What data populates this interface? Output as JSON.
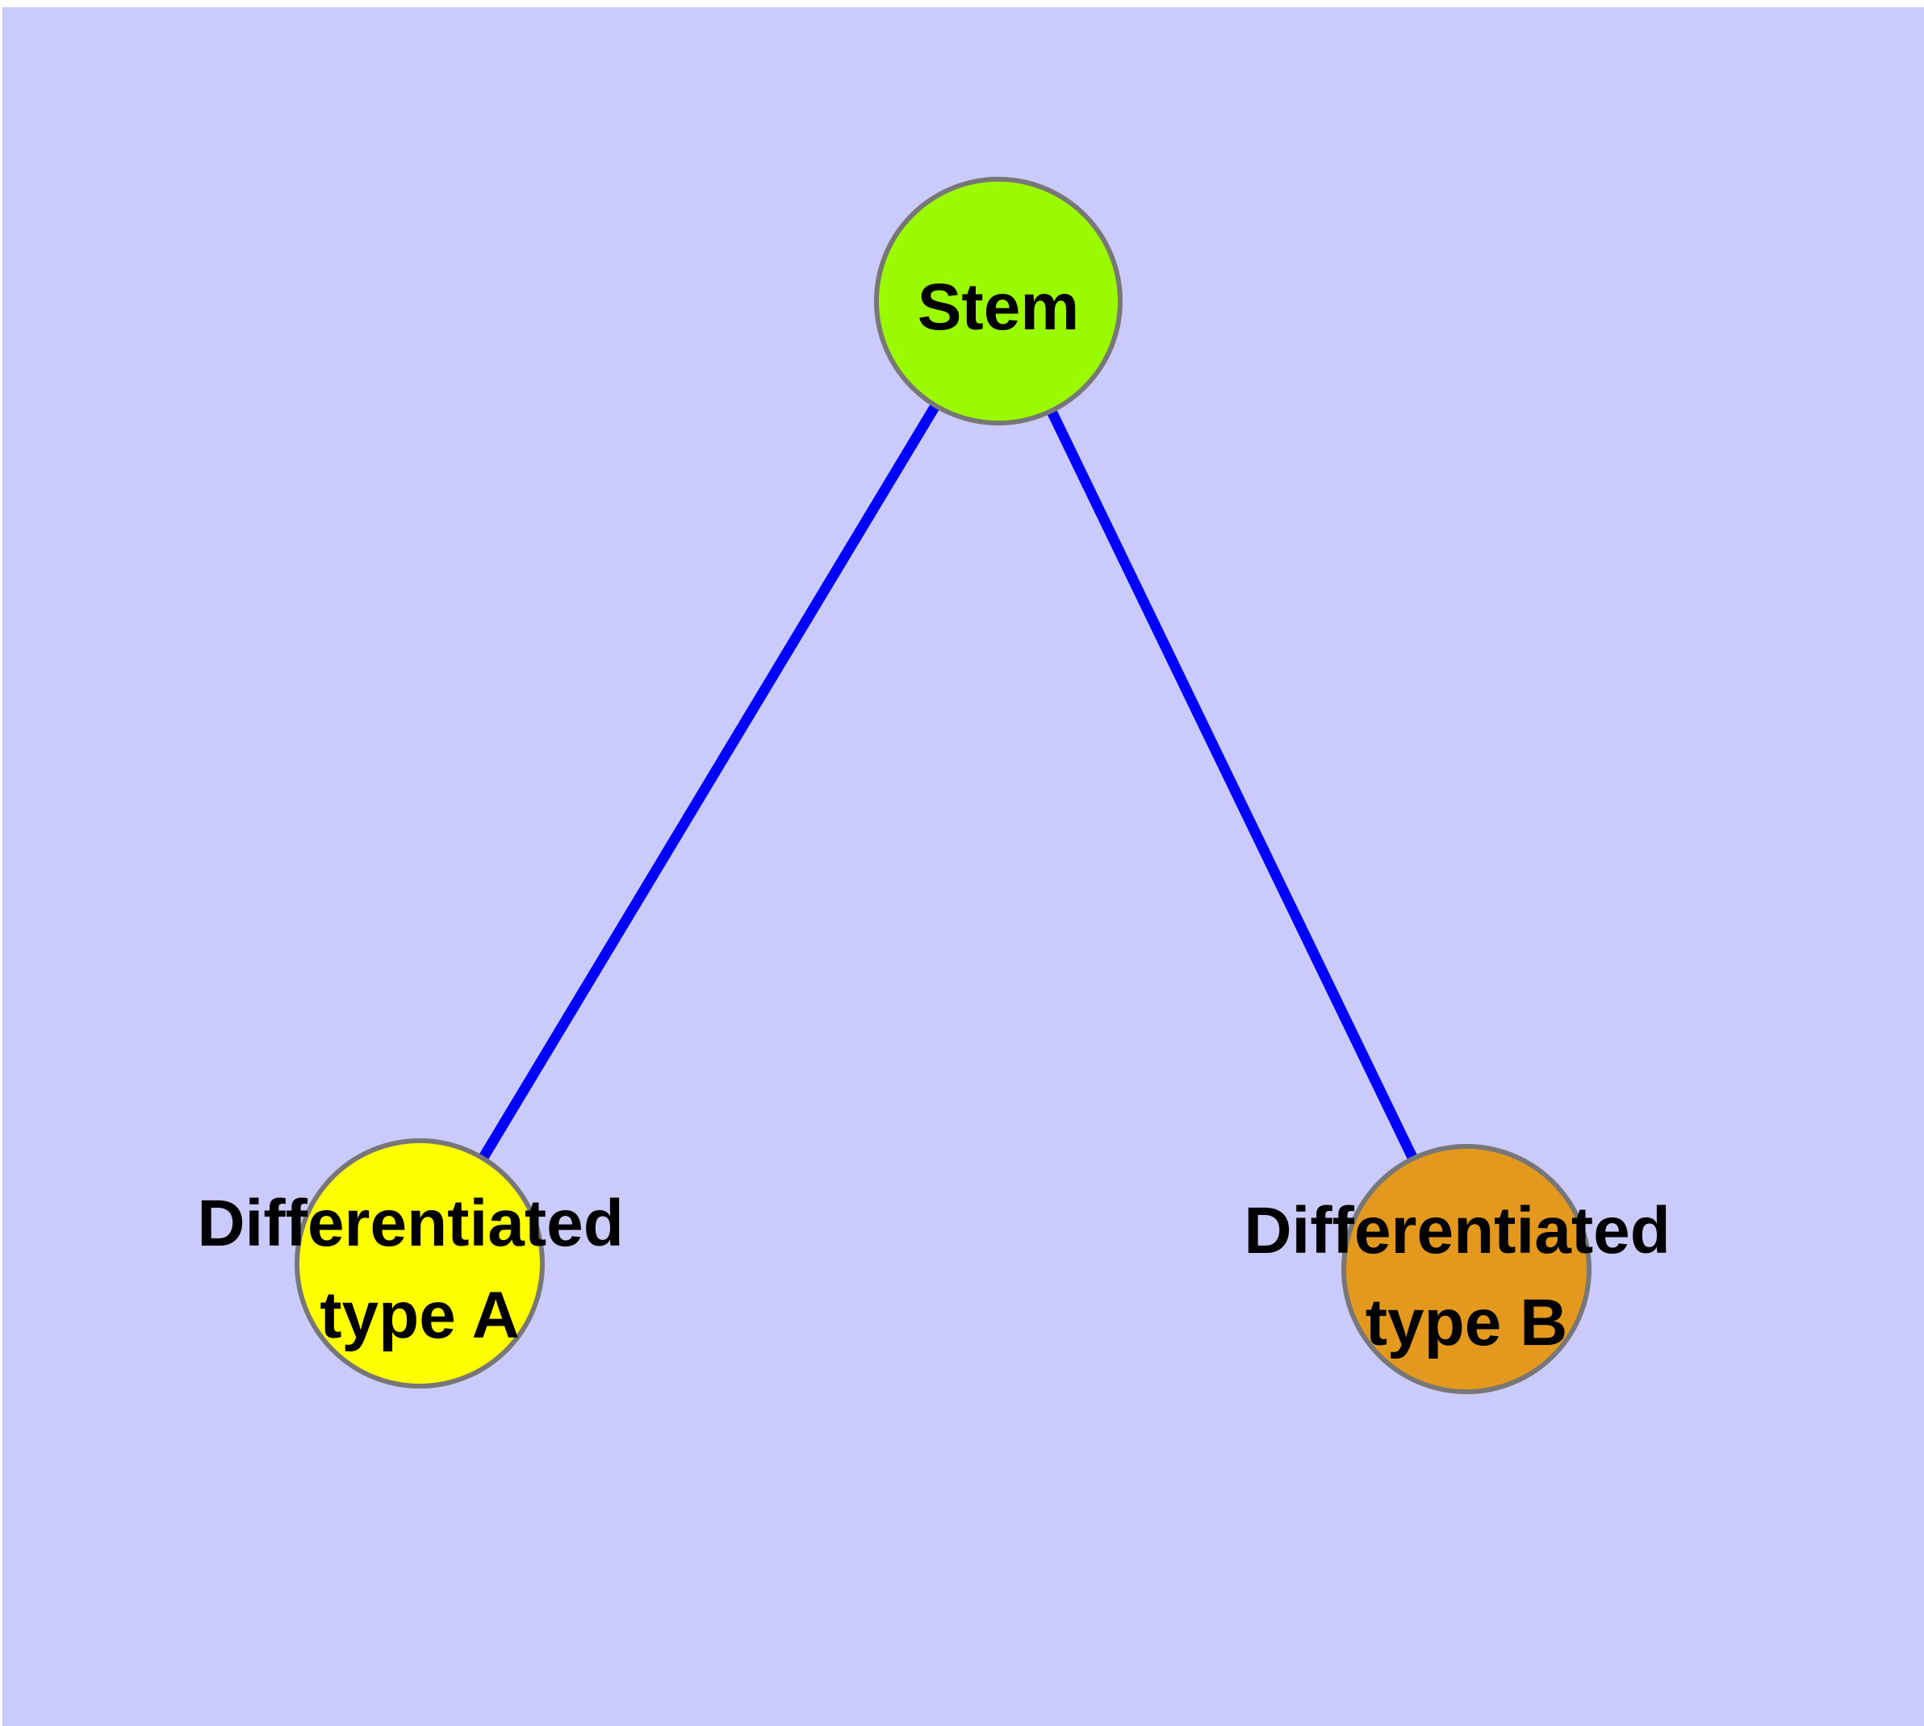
{
  "diagram": {
    "background_color": "#CBCBFB",
    "page_color": "#FFFFFF",
    "edge_color": "#0000FB",
    "node_border_color": "#777777",
    "label_color": "#000000",
    "nodes": [
      {
        "id": "stem",
        "label": "Stem",
        "fill": "#9AFB00"
      },
      {
        "id": "differentiated-type-a",
        "label": "Differentiated type A",
        "label_line1": "Differentiated",
        "label_line2": "type A",
        "fill": "#FFFF00"
      },
      {
        "id": "differentiated-type-b",
        "label": "Differentiated type B",
        "label_line1": "Differentiated",
        "label_line2": "type B",
        "fill": "#E2991E"
      }
    ],
    "edges": [
      {
        "from": "Stem",
        "to": "Differentiated type A"
      },
      {
        "from": "Stem",
        "to": "Differentiated type B"
      }
    ]
  }
}
